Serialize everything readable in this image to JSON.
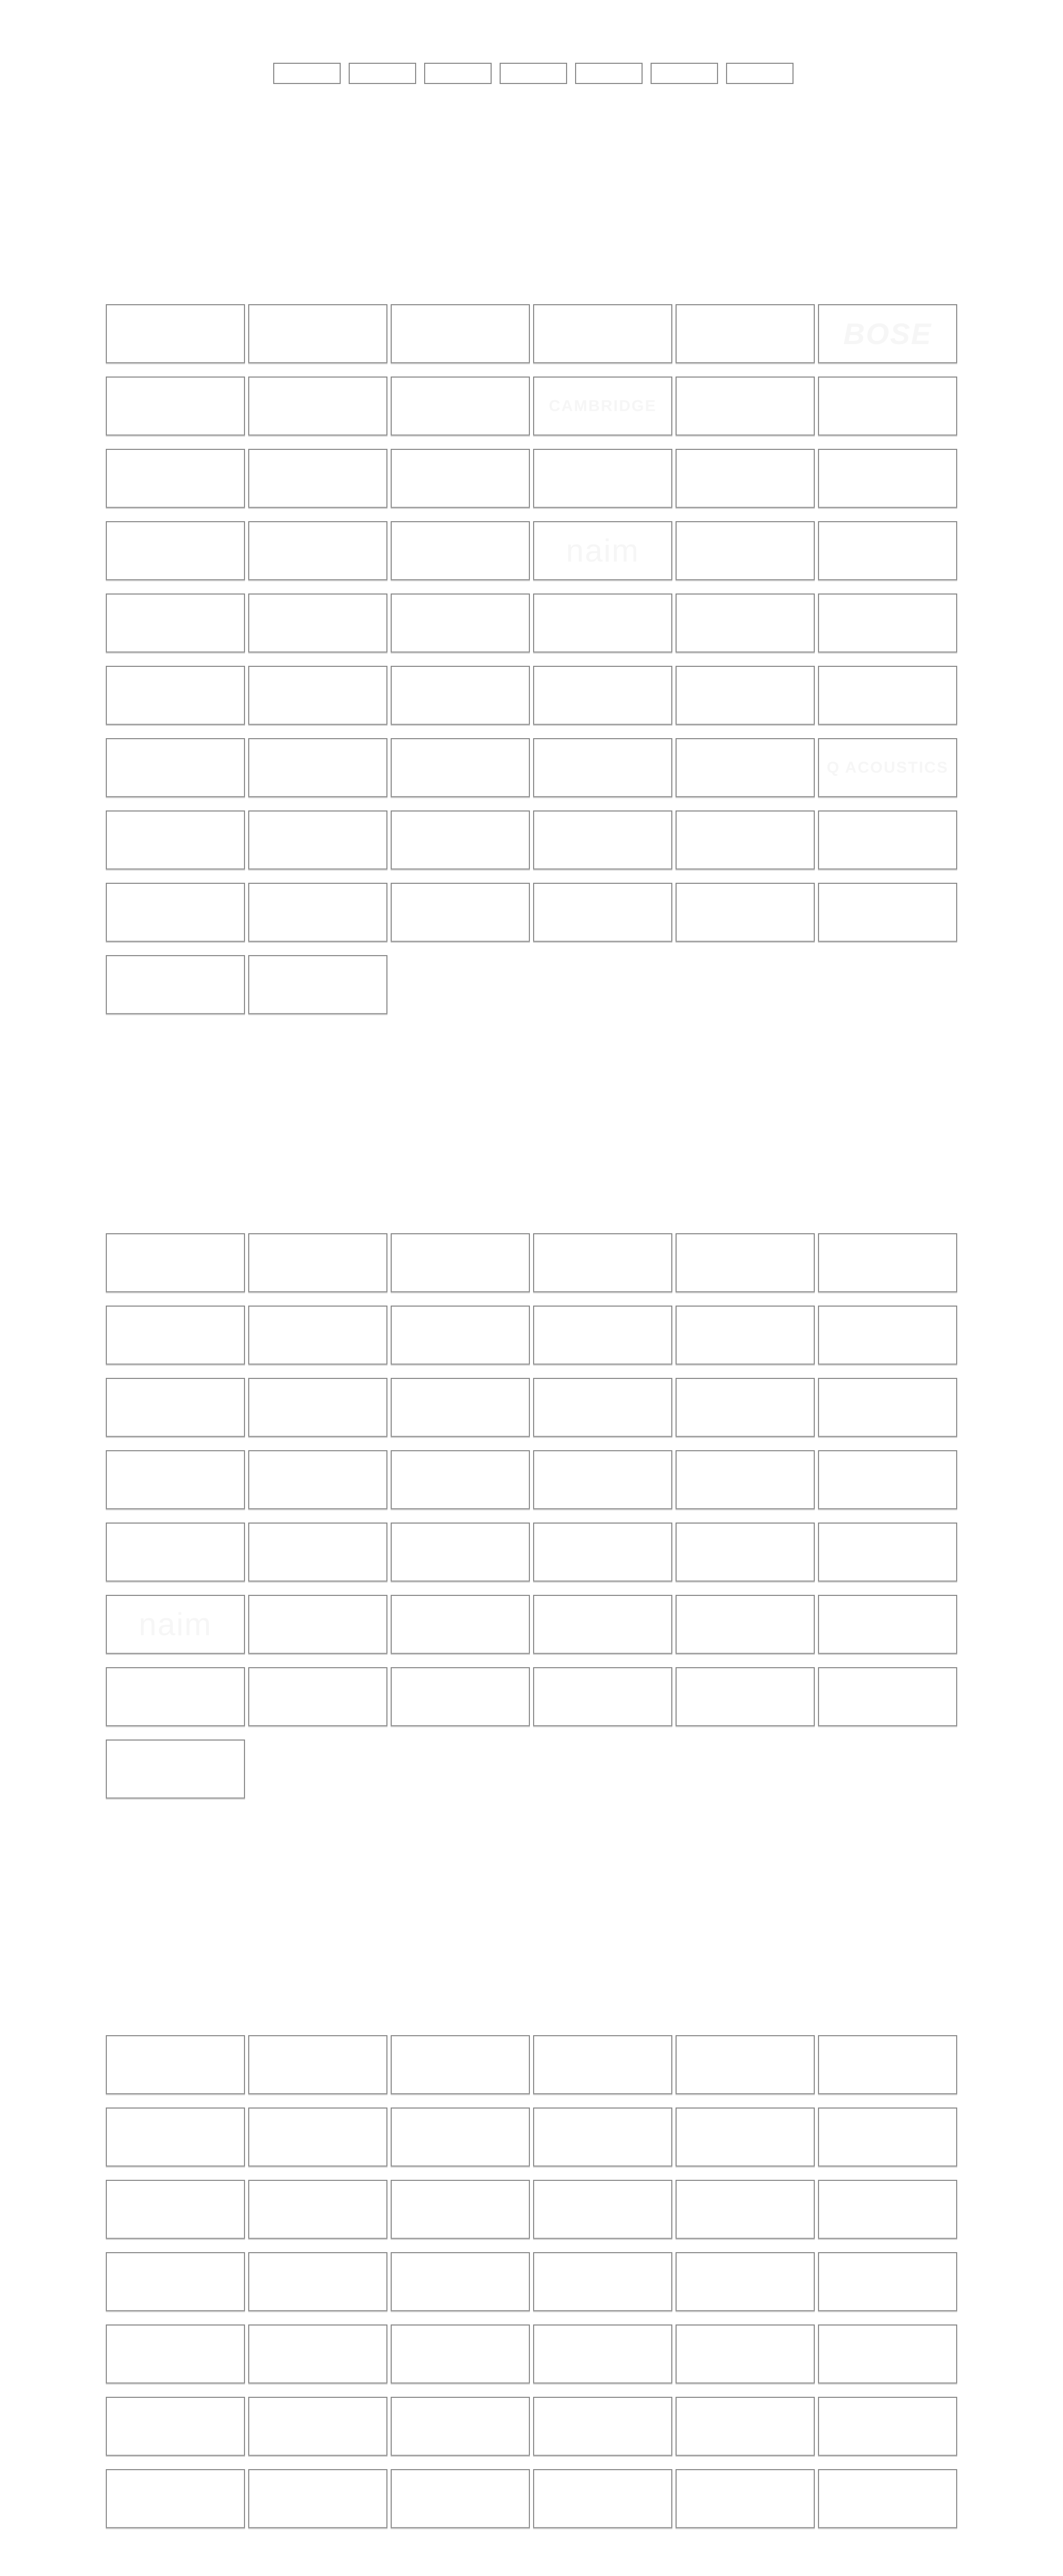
{
  "filters": {
    "count": 7
  },
  "sections": [
    {
      "id": "s1",
      "count": 56,
      "logos": {
        "5": {
          "text": "BOSE",
          "style": "italic"
        },
        "9": {
          "text": "CAMBRIDGE",
          "style": "small"
        },
        "21": {
          "text": "naim",
          "style": "thin"
        },
        "41": {
          "text": "Q ACOUSTICS",
          "style": "small"
        }
      }
    },
    {
      "id": "s2",
      "count": 43,
      "logos": {
        "30": {
          "text": "naim",
          "style": "thin"
        }
      }
    },
    {
      "id": "s3",
      "count": 42,
      "logos": {}
    }
  ],
  "colors": {
    "tile_border": "#8a8a8a",
    "logo": "#f6f6f6",
    "background": "#ffffff"
  }
}
